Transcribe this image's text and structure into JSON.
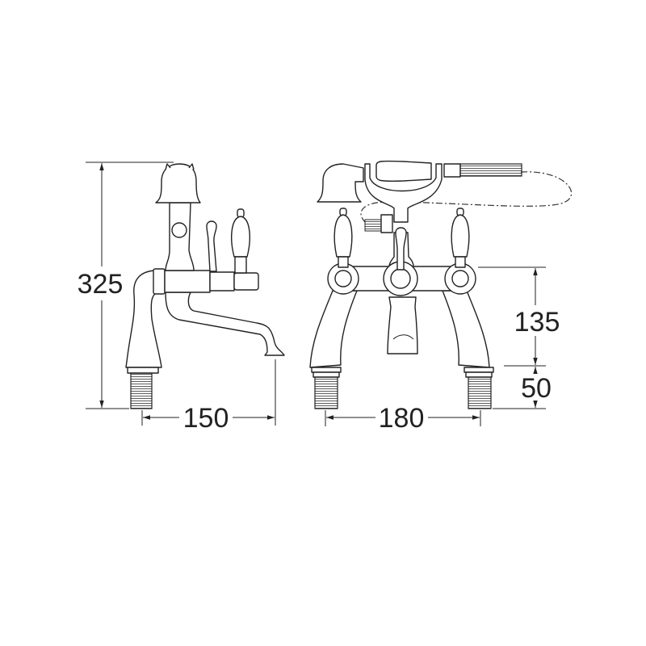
{
  "dimensions": {
    "side_height": "325",
    "side_reach": "150",
    "front_centres": "180",
    "front_valve_height": "135",
    "front_tail_length": "50"
  },
  "colors": {
    "line": "#222222",
    "background": "#ffffff"
  }
}
